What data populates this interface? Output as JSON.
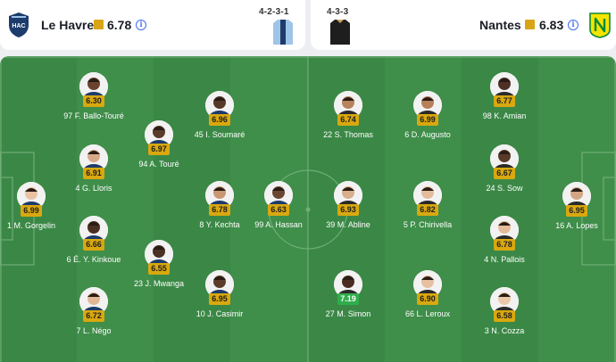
{
  "home": {
    "name": "Le Havre",
    "rating": "6.78",
    "formation": "4-2-3-1",
    "logo_text": "HAC",
    "logo_color": "#1d3b6b",
    "jersey_colors": [
      "#9ec5e8",
      "#1d3b6b"
    ],
    "info_icon": "info-icon"
  },
  "away": {
    "name": "Nantes",
    "rating": "6.83",
    "formation": "4-3-3",
    "logo_color": "#f5e400",
    "jersey_colors": [
      "#1e1e1e",
      "#caa15c"
    ],
    "info_icon": "info-icon"
  },
  "colors": {
    "pitch": "#3f8e4a",
    "pitch_stripe": "#3a8845",
    "rating_gold": "#d9a80f",
    "rating_green": "#2fae4c"
  },
  "players": [
    {
      "id": "gorgelin",
      "side": "home",
      "number": "1",
      "name": "M. Gorgelin",
      "rating": "6.99",
      "label": "1 M. Gorgelin"
    },
    {
      "id": "ballo-toure",
      "side": "home",
      "number": "97",
      "name": "F. Ballo-Touré",
      "rating": "6.30",
      "label": "97 F. Ballo-Touré"
    },
    {
      "id": "lloris",
      "side": "home",
      "number": "4",
      "name": "G. Lloris",
      "rating": "6.91",
      "label": "4 G. Lloris"
    },
    {
      "id": "kinkoue",
      "side": "home",
      "number": "6",
      "name": "É. Y. Kinkoue",
      "rating": "6.66",
      "label": "6 É. Y. Kinkoue"
    },
    {
      "id": "nego",
      "side": "home",
      "number": "7",
      "name": "L. Négo",
      "rating": "6.72",
      "label": "7 L. Négo"
    },
    {
      "id": "toure",
      "side": "home",
      "number": "94",
      "name": "A. Touré",
      "rating": "6.97",
      "label": "94 A. Touré"
    },
    {
      "id": "mwanga",
      "side": "home",
      "number": "23",
      "name": "J. Mwanga",
      "rating": "6.55",
      "label": "23 J. Mwanga"
    },
    {
      "id": "soumare",
      "side": "home",
      "number": "45",
      "name": "I. Soumaré",
      "rating": "6.96",
      "label": "45 I. Soumaré"
    },
    {
      "id": "kechta",
      "side": "home",
      "number": "8",
      "name": "Y. Kechta",
      "rating": "6.78",
      "label": "8 Y. Kechta"
    },
    {
      "id": "casimir",
      "side": "home",
      "number": "10",
      "name": "J. Casimir",
      "rating": "6.95",
      "label": "10 J. Casimir"
    },
    {
      "id": "hassan",
      "side": "home",
      "number": "99",
      "name": "A. Hassan",
      "rating": "6.63",
      "label": "99 A. Hassan"
    },
    {
      "id": "thomas",
      "side": "away",
      "number": "22",
      "name": "S. Thomas",
      "rating": "6.74",
      "label": "22 S. Thomas"
    },
    {
      "id": "abline",
      "side": "away",
      "number": "39",
      "name": "M. Abline",
      "rating": "6.93",
      "label": "39 M. Abline"
    },
    {
      "id": "simon",
      "side": "away",
      "number": "27",
      "name": "M. Simon",
      "rating": "7.19",
      "label": "27 M. Simon"
    },
    {
      "id": "augusto",
      "side": "away",
      "number": "6",
      "name": "D. Augusto",
      "rating": "6.99",
      "label": "6 D. Augusto"
    },
    {
      "id": "chirivella",
      "side": "away",
      "number": "5",
      "name": "P. Chirivella",
      "rating": "6.82",
      "label": "5 P. Chirivella"
    },
    {
      "id": "leroux",
      "side": "away",
      "number": "66",
      "name": "L. Leroux",
      "rating": "6.90",
      "label": "66 L. Leroux"
    },
    {
      "id": "amian",
      "side": "away",
      "number": "98",
      "name": "K. Amian",
      "rating": "6.77",
      "label": "98 K. Amian"
    },
    {
      "id": "sow",
      "side": "away",
      "number": "24",
      "name": "S. Sow",
      "rating": "6.67",
      "label": "24 S. Sow"
    },
    {
      "id": "pallois",
      "side": "away",
      "number": "4",
      "name": "N. Pallois",
      "rating": "6.78",
      "label": "4 N. Pallois"
    },
    {
      "id": "cozza",
      "side": "away",
      "number": "3",
      "name": "N. Cozza",
      "rating": "6.58",
      "label": "3 N. Cozza"
    },
    {
      "id": "lopes",
      "side": "away",
      "number": "16",
      "name": "A. Lopes",
      "rating": "6.95",
      "label": "16 A. Lopes"
    }
  ]
}
